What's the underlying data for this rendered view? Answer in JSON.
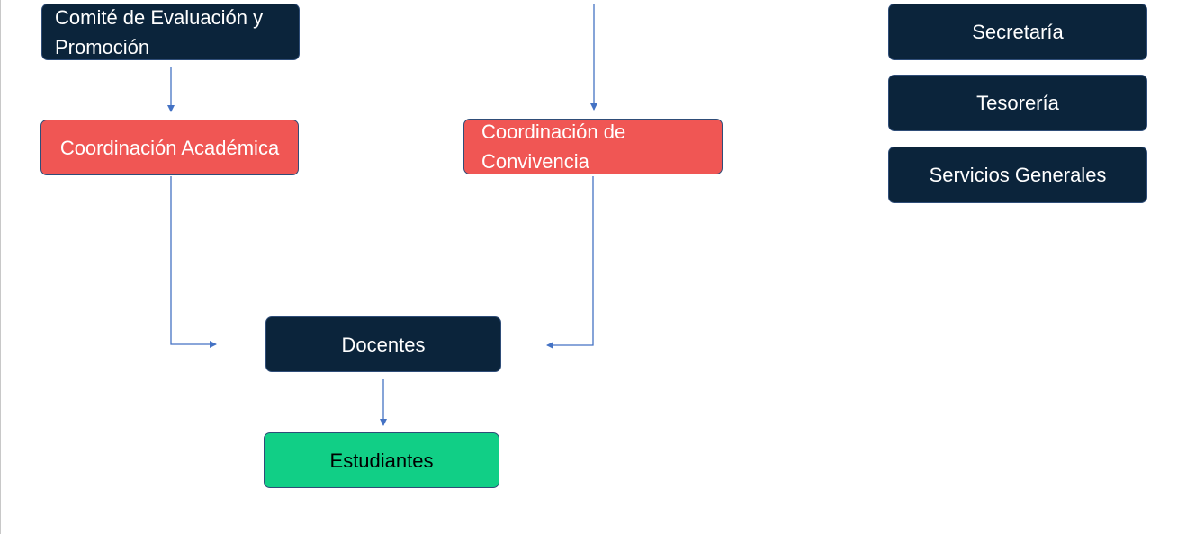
{
  "colors": {
    "dark_node": "#0b243b",
    "coordination_node": "#f05654",
    "students_node": "#11cf86",
    "connector": "#4472c4",
    "node_border": "#2f4d78"
  },
  "nodes": {
    "comite": "Comité de Evaluación y Promoción",
    "coord_academica": "Coordinación Académica",
    "coord_convivencia": "Coordinación de Convivencia",
    "docentes": "Docentes",
    "estudiantes": "Estudiantes",
    "secretaria": "Secretaría",
    "tesoreria": "Tesorería",
    "servicios_generales": "Servicios Generales"
  }
}
